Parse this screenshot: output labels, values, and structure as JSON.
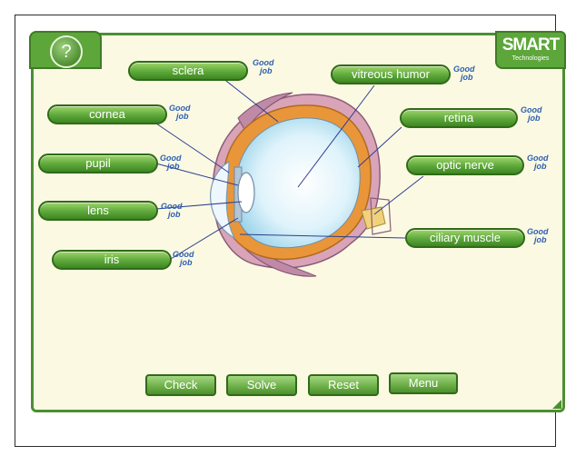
{
  "help": {
    "label": "?"
  },
  "brand": {
    "name": "SMART",
    "sub": "Technologies"
  },
  "labels": [
    {
      "id": "sclera",
      "text": "sclera"
    },
    {
      "id": "vitreous",
      "text": "vitreous humor"
    },
    {
      "id": "cornea",
      "text": "cornea"
    },
    {
      "id": "retina",
      "text": "retina"
    },
    {
      "id": "pupil",
      "text": "pupil"
    },
    {
      "id": "optic",
      "text": "optic nerve"
    },
    {
      "id": "lens",
      "text": "lens"
    },
    {
      "id": "ciliary",
      "text": "ciliary muscle"
    },
    {
      "id": "iris",
      "text": "iris"
    }
  ],
  "feedback": {
    "line1": "Good",
    "line2": "job"
  },
  "buttons": {
    "check": "Check",
    "solve": "Solve",
    "reset": "Reset",
    "menu": "Menu"
  },
  "colors": {
    "panel_border": "#4b8f32",
    "label_green": "#5ca83a",
    "feedback_blue": "#2c5fb0",
    "panel_bg": "#fcf9e3"
  }
}
